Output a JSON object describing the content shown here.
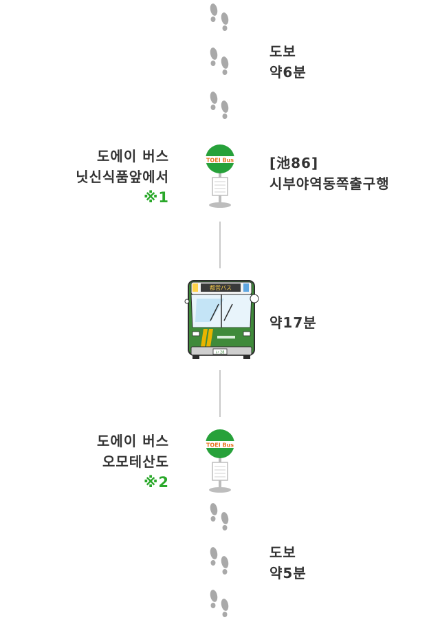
{
  "walk_start": {
    "line1": "도보",
    "line2": "약6분"
  },
  "stop_start": {
    "line1": "도에이 버스",
    "line2": "닛신식품앞에서",
    "note": "※1",
    "sign_label": "TOEI Bus"
  },
  "route": {
    "line1": "[池86]",
    "line2": "시부야역동쪽출구행"
  },
  "bus": {
    "ride_time": "약17분",
    "destination_sign": "都営バス",
    "plate": "い 28"
  },
  "stop_end": {
    "line1": "도에이 버스",
    "line2": "오모테산도",
    "note": "※2",
    "sign_label": "TOEI Bus"
  },
  "walk_end": {
    "line1": "도보",
    "line2": "약5분"
  },
  "colors": {
    "accent_green": "#2aa82a",
    "sign_green": "#27a13a",
    "sign_orange": "#e8741e",
    "bus_green": "#3f8a3a"
  }
}
